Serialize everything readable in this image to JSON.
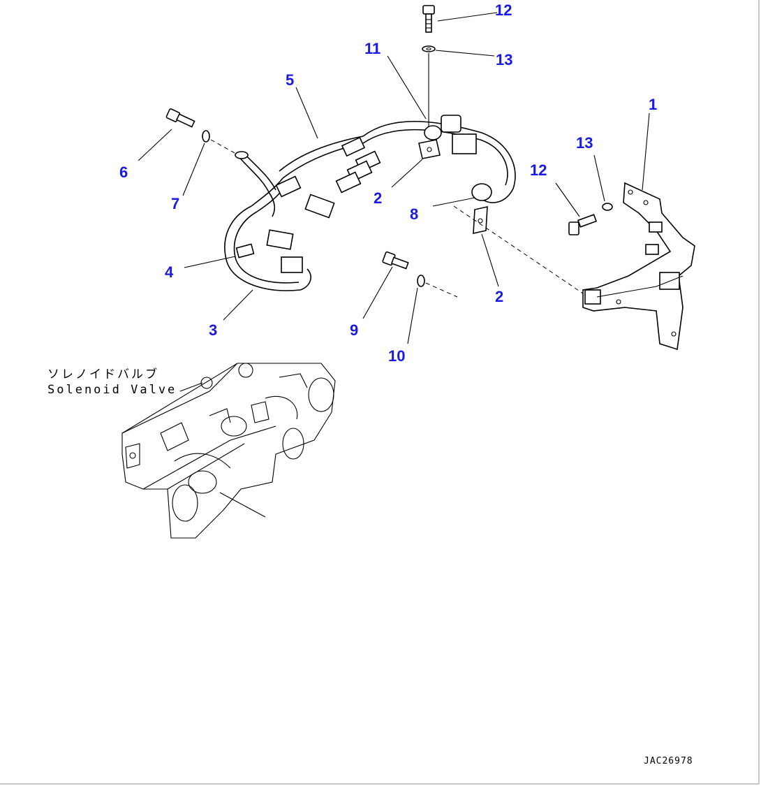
{
  "callouts": [
    {
      "id": "c1",
      "text": "1"
    },
    {
      "id": "c2a",
      "text": "2"
    },
    {
      "id": "c2b",
      "text": "2"
    },
    {
      "id": "c3",
      "text": "3"
    },
    {
      "id": "c4",
      "text": "4"
    },
    {
      "id": "c5",
      "text": "5"
    },
    {
      "id": "c6",
      "text": "6"
    },
    {
      "id": "c7",
      "text": "7"
    },
    {
      "id": "c8",
      "text": "8"
    },
    {
      "id": "c9",
      "text": "9"
    },
    {
      "id": "c10",
      "text": "10"
    },
    {
      "id": "c11",
      "text": "11"
    },
    {
      "id": "c12a",
      "text": "12"
    },
    {
      "id": "c12b",
      "text": "12"
    },
    {
      "id": "c13a",
      "text": "13"
    },
    {
      "id": "c13b",
      "text": "13"
    }
  ],
  "solenoid_label": {
    "japanese": "ソレノイドバルブ",
    "english": "Solenoid Valve"
  },
  "drawing_code": "JAC26978 ",
  "colors": {
    "callout": "#1a1ae6",
    "line": "#000000"
  }
}
